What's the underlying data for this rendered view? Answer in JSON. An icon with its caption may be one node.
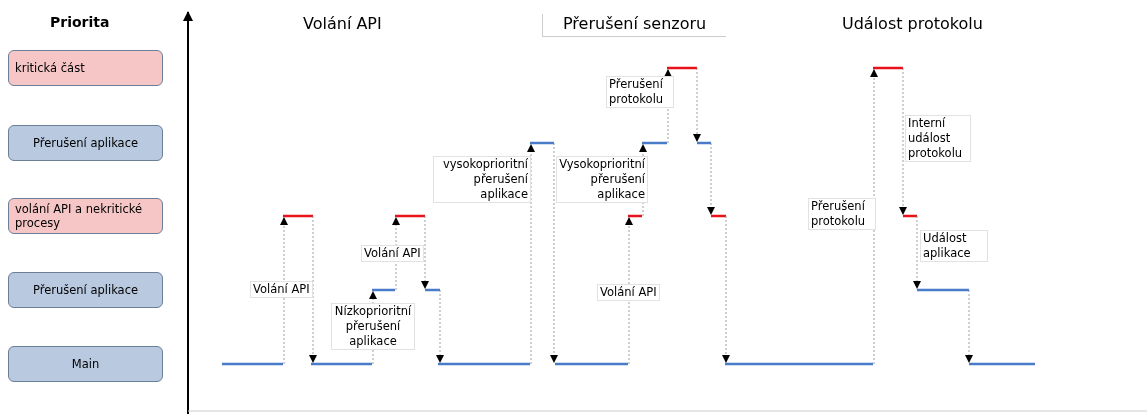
{
  "diagram": {
    "nodes": [
      {
        "text": [
          "kritická část"
        ]
      },
      {
        "text": [
          "Přerušení aplikace"
        ]
      },
      {
        "text": [
          "volání API a nekritické procesy"
        ]
      },
      {
        "text": [
          "Přerušení aplikace"
        ]
      },
      {
        "text": [
          "Main"
        ]
      },
      {
        "text": [],
        "shape": "bar"
      },
      {
        "text": [],
        "shape": "bar"
      },
      {
        "text": [],
        "shape": "bar"
      },
      {
        "text": [],
        "shape": "bar"
      },
      {
        "text": [],
        "shape": "bar"
      },
      {
        "text": [],
        "shape": "bar"
      },
      {
        "text": [],
        "shape": "bar"
      },
      {
        "text": [],
        "shape": "bar"
      },
      {
        "text": [],
        "shape": "bar"
      },
      {
        "text": [],
        "shape": "bar"
      },
      {
        "text": [],
        "shape": "bar"
      },
      {
        "text": [],
        "shape": "bar"
      },
      {
        "text": [],
        "shape": "bar"
      },
      {
        "text": [],
        "shape": "bar"
      },
      {
        "text": [],
        "shape": "bar"
      },
      {
        "text": [],
        "shape": "bar"
      },
      {
        "text": [],
        "shape": "bar"
      },
      {
        "text": [],
        "shape": "bar"
      },
      {
        "text": [],
        "shape": "bar"
      }
    ],
    "edges": [
      {
        "from": 5,
        "to": 6,
        "arrow": "to",
        "label": "Volání API",
        "style": "dashed"
      },
      {
        "from": 6,
        "to": 7,
        "arrow": "to",
        "style": "dashed"
      },
      {
        "from": 7,
        "to": 8,
        "arrow": "to",
        "label": "Nízkoprioritní přerušení aplikace",
        "style": "dashed"
      },
      {
        "from": 8,
        "to": 9,
        "arrow": "to",
        "label": "Volání API",
        "style": "dashed"
      },
      {
        "from": 9,
        "to": 10,
        "arrow": "to",
        "style": "dashed"
      },
      {
        "from": 10,
        "to": 11,
        "arrow": "to",
        "style": "dashed"
      },
      {
        "from": 11,
        "to": 12,
        "arrow": "to",
        "label": "vysokoprioritní přerušení aplikace",
        "style": "dashed"
      },
      {
        "from": 12,
        "to": 13,
        "arrow": "to",
        "style": "dashed"
      },
      {
        "from": 13,
        "to": 14,
        "arrow": "to",
        "label": "Volání API",
        "style": "dashed"
      },
      {
        "from": 14,
        "to": 15,
        "arrow": "to",
        "label": "Vysokoprioritní přerušení aplikace",
        "style": "dashed"
      },
      {
        "from": 15,
        "to": 16,
        "arrow": "to",
        "label": "Přerušení protokolu",
        "style": "dashed"
      },
      {
        "from": 16,
        "to": 17,
        "arrow": "to",
        "style": "dashed"
      },
      {
        "from": 17,
        "to": 18,
        "arrow": "to",
        "style": "dashed"
      },
      {
        "from": 18,
        "to": 19,
        "arrow": "to",
        "style": "dashed"
      },
      {
        "from": 19,
        "to": 20,
        "arrow": "to",
        "label": "Přerušení protokolu",
        "style": "dashed"
      },
      {
        "from": 20,
        "to": 21,
        "arrow": "to",
        "label": "Interní událost protokolu",
        "style": "dashed"
      },
      {
        "from": 21,
        "to": 22,
        "arrow": "to",
        "label": "Událost aplikace",
        "style": "dashed"
      },
      {
        "from": 22,
        "to": 23,
        "arrow": "to",
        "style": "dashed"
      }
    ],
    "labels": [
      "Priorita",
      "Volání API",
      "Přerušení senzoru",
      "Událost protokolu"
    ]
  }
}
